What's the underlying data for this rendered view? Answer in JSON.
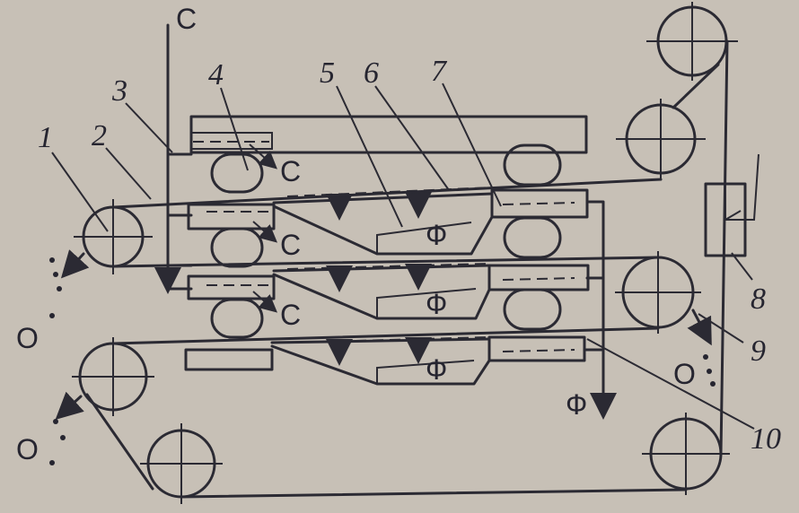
{
  "diagram": {
    "callouts": [
      "1",
      "2",
      "3",
      "4",
      "5",
      "6",
      "7",
      "8",
      "9",
      "10"
    ],
    "stream_labels": {
      "c_top": "С",
      "c_1": "С",
      "c_2": "С",
      "c_3": "С",
      "phi_1": "Ф",
      "phi_2": "Ф",
      "phi_3": "Ф",
      "phi_out": "Ф",
      "o_1": "О",
      "o_2": "О",
      "o_3": "О"
    }
  }
}
